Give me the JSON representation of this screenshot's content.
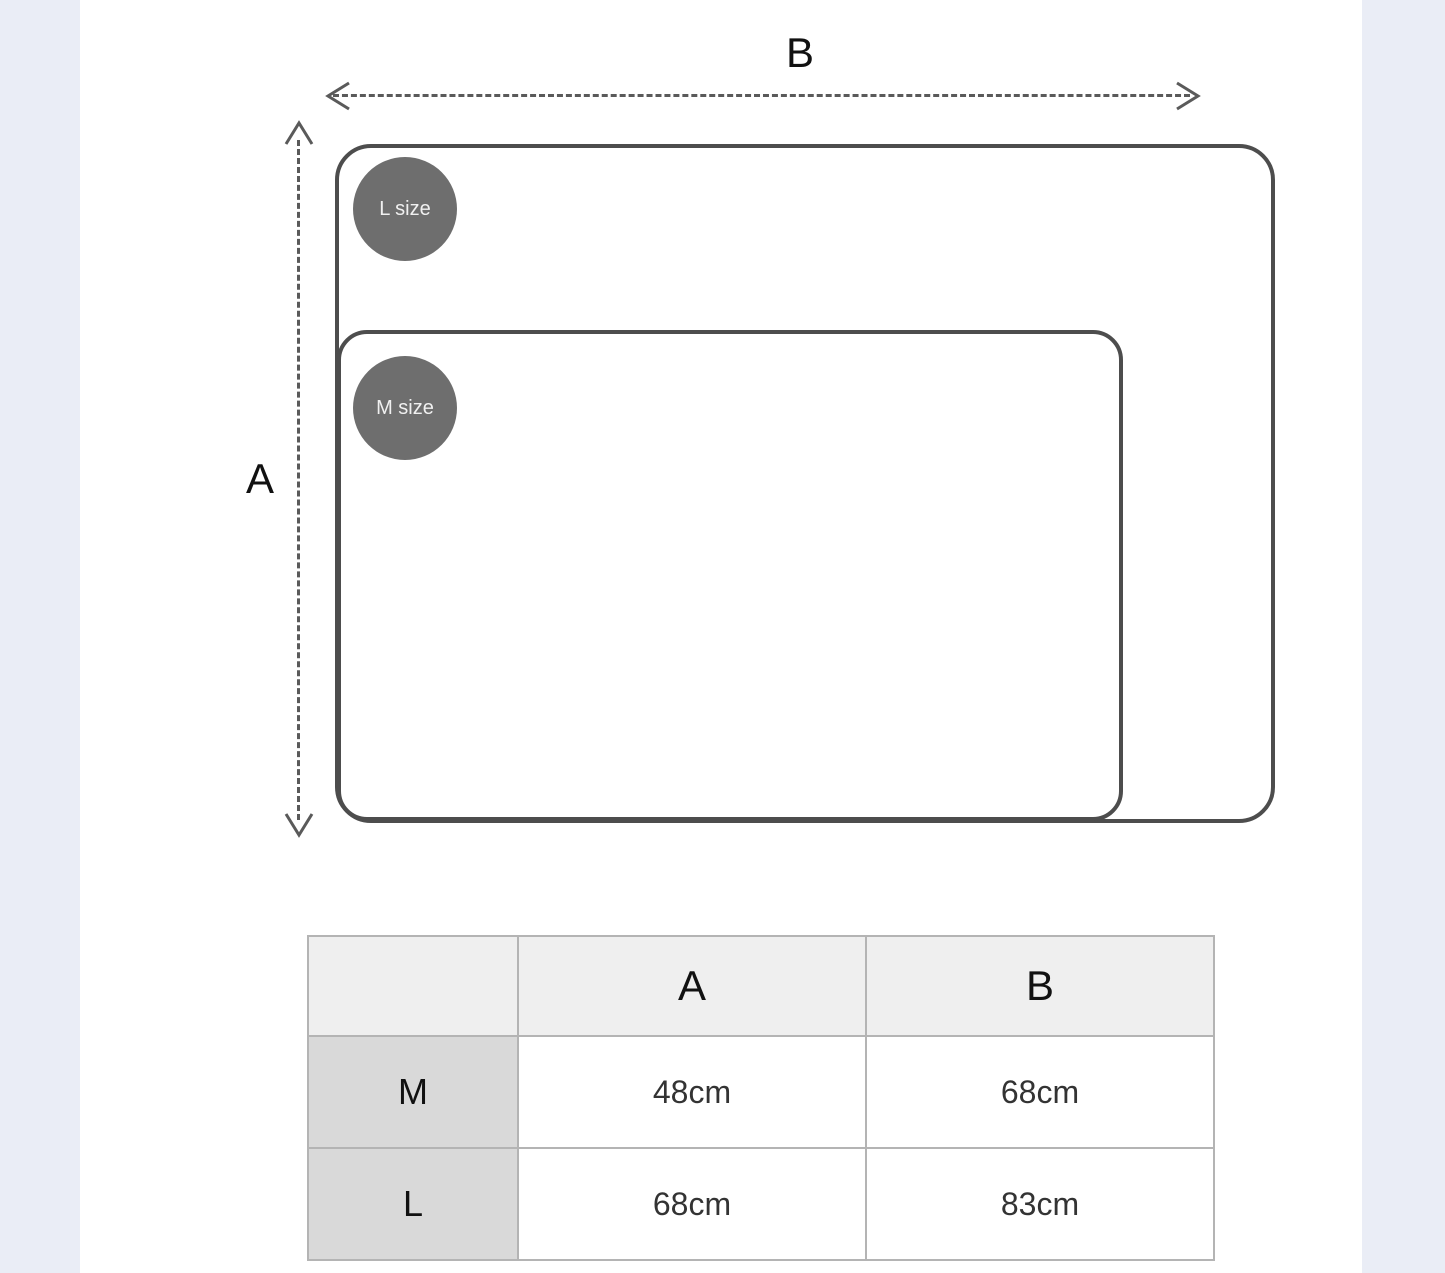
{
  "diagram": {
    "dimension_labels": {
      "width_label": "B",
      "height_label": "A"
    },
    "shapes": [
      {
        "id": "large",
        "badge": "L size"
      },
      {
        "id": "medium",
        "badge": "M size"
      }
    ],
    "colors": {
      "outline": "#4d4d4d",
      "badge_fill": "#6e6e6e",
      "badge_text": "#f0f0f0",
      "dimension_line": "#5a5a5a",
      "page_side_band": "#eaedf6",
      "sheet": "#ffffff"
    }
  },
  "table": {
    "columns": [
      "",
      "A",
      "B"
    ],
    "rows": [
      {
        "size": "M",
        "a": "48cm",
        "b": "68cm"
      },
      {
        "size": "L",
        "a": "68cm",
        "b": "83cm"
      }
    ],
    "colors": {
      "header_bg": "#efefef",
      "rowhead_bg": "#d9d9d9",
      "border": "#b4b4b4",
      "cell_bg": "#ffffff"
    }
  }
}
